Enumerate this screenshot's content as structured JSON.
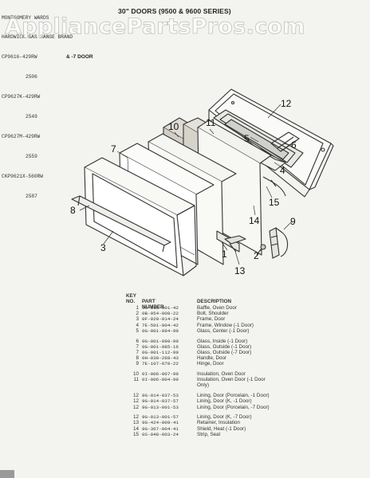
{
  "header": {
    "brand_lines": [
      "MONTGOMERY WARDS",
      "HARDWICK GAS RANGE BRAND",
      "CP9616-429RW",
      "2506",
      "CP9627K-429RW",
      "2549",
      "CP9627M-429RW",
      "2559",
      "CKP9621X-560RW",
      "2587"
    ],
    "door_suffix": "& -7 DOOR",
    "title": "30\" DOORS (9500 & 9600 SERIES)"
  },
  "watermark": "AppliancePartsPros.com",
  "callouts": [
    "1",
    "2",
    "3",
    "4",
    "5",
    "6",
    "7",
    "8",
    "9",
    "10",
    "11",
    "12",
    "13",
    "14",
    "15"
  ],
  "parts_list": {
    "key_label": "KEY",
    "no_label": "NO.",
    "part_number_label": "PART NUMBER",
    "description_label": "DESCRIPTION",
    "rows": [
      {
        "key": "1",
        "part": "9G-115-001-42",
        "desc": "Baffle, Oven Door"
      },
      {
        "key": "2",
        "part": "0B-954-008-22",
        "desc": "Bolt, Shoulder"
      },
      {
        "key": "3",
        "part": "0F-020-014-24",
        "desc": "Frame, Door"
      },
      {
        "key": "4",
        "part": "7E-501-004-42",
        "desc": "Frame, Window (-1 Door)"
      },
      {
        "key": "5",
        "part": "0G-001-094-99",
        "desc": "Glass, Center (-1 Door)"
      },
      {
        "key": "6",
        "part": "0G-001-090-99",
        "desc": "Glass, Inside (-1 Door)"
      },
      {
        "key": "7",
        "part": "0G-001-085-16",
        "desc": "Glass, Outside (-1 Door)"
      },
      {
        "key": "7",
        "part": "0G-001-112-99",
        "desc": "Glass, Outside (-7 Door)"
      },
      {
        "key": "8",
        "part": "0H-030-268-43",
        "desc": "Handle, Door"
      },
      {
        "key": "9",
        "part": "7E-107-070-22",
        "desc": "Hinge, Door"
      },
      {
        "key": "10",
        "part": "0I-006-007-99",
        "desc": "Insulation, Oven Door"
      },
      {
        "key": "11",
        "part": "0I-006-004-99",
        "desc": "Insulation, Oven Door (-1 Door"
      },
      {
        "key": "",
        "part": "",
        "desc": "Only)"
      },
      {
        "key": "12",
        "part": "9G-014-037-53",
        "desc": "Lining, Door (Porcelain, -1 Door)"
      },
      {
        "key": "12",
        "part": "9G-014-037-57",
        "desc": "Lining, Door (K, -1 Door)"
      },
      {
        "key": "12",
        "part": "9G-013-001-53",
        "desc": "Lining, Door (Porcelain, -7 Door)"
      },
      {
        "key": "12",
        "part": "9G-013-001-57",
        "desc": "Lining, Door (K, -7 Door)"
      },
      {
        "key": "13",
        "part": "9G-424-009-41",
        "desc": "Retainer, Insulation"
      },
      {
        "key": "14",
        "part": "9G-367-004-41",
        "desc": "Shield, Heat (-1 Door)"
      },
      {
        "key": "15",
        "part": "0S-048-003-24",
        "desc": "Strip, Seal"
      }
    ]
  }
}
